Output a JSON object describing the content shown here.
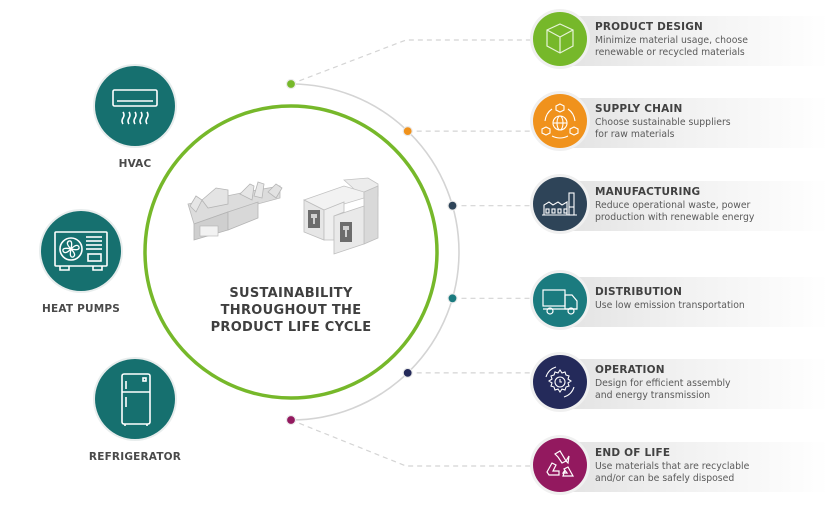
{
  "center": {
    "title_lines": [
      "SUSTAINABILITY",
      "THROUGHOUT THE",
      "PRODUCT LIFE CYCLE"
    ],
    "ring_color": "#76b82a",
    "image": "terminal-and-connector-housing"
  },
  "applications": [
    {
      "label": "HVAC",
      "icon": "air-conditioner-icon",
      "color": "#16706f"
    },
    {
      "label": "HEAT PUMPS",
      "icon": "heat-pump-icon",
      "color": "#16706f"
    },
    {
      "label": "REFRIGERATOR",
      "icon": "refrigerator-icon",
      "color": "#16706f"
    }
  ],
  "stages": [
    {
      "title": "PRODUCT DESIGN",
      "desc": [
        "Minimize material usage, choose",
        "renewable or recycled materials"
      ],
      "icon": "cube-icon",
      "color": "#76b82a"
    },
    {
      "title": "SUPPLY CHAIN",
      "desc": [
        "Choose sustainable suppliers",
        "for raw materials"
      ],
      "icon": "global-network-icon",
      "color": "#f0921c"
    },
    {
      "title": "MANUFACTURING",
      "desc": [
        "Reduce operational waste, power",
        "production with renewable energy"
      ],
      "icon": "factory-icon",
      "color": "#2e4458"
    },
    {
      "title": "DISTRIBUTION",
      "desc": [
        "Use low emission transportation"
      ],
      "icon": "truck-icon",
      "color": "#1b7b7f"
    },
    {
      "title": "OPERATION",
      "desc": [
        "Design for efficient assembly",
        "and energy transmission"
      ],
      "icon": "gear-clock-icon",
      "color": "#242a5a"
    },
    {
      "title": "END OF LIFE",
      "desc": [
        "Use materials that are recyclable",
        "and/or can be safely disposed"
      ],
      "icon": "recycle-icon",
      "color": "#93195f"
    }
  ],
  "connector_color": "#d4d4d4"
}
